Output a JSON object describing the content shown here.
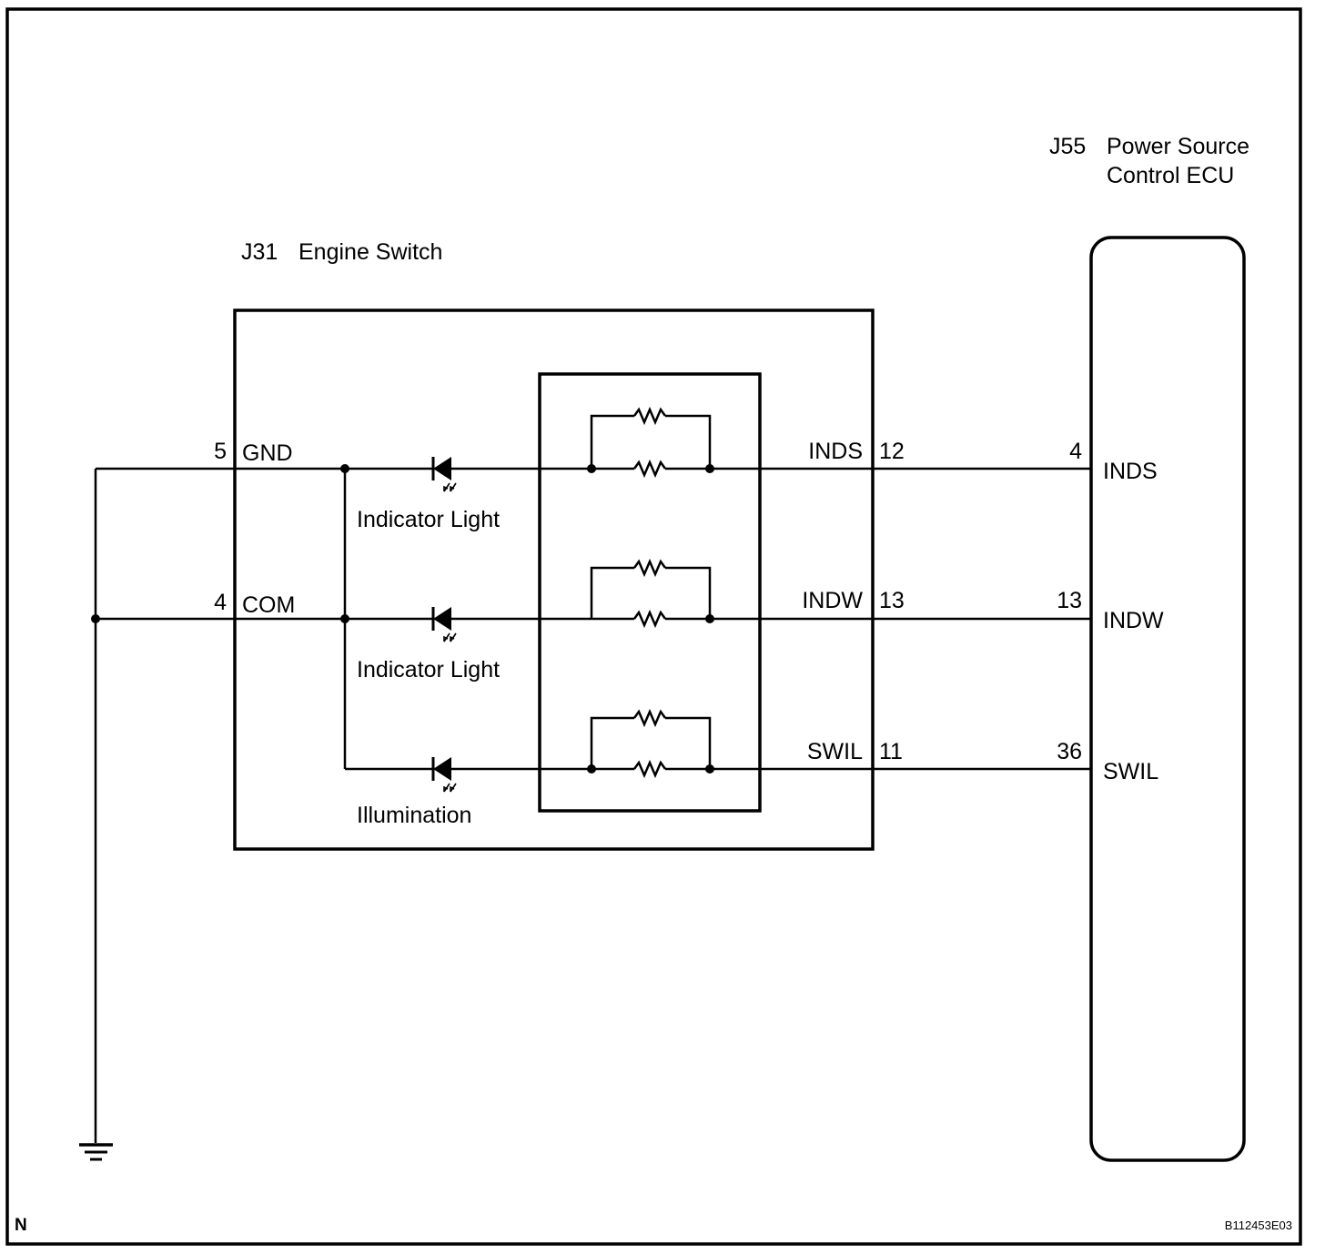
{
  "engine_switch": {
    "connector": "J31",
    "name": "Engine Switch",
    "pins": [
      {
        "pin": "5",
        "signal": "GND"
      },
      {
        "pin": "4",
        "signal": "COM"
      }
    ],
    "outputs": [
      {
        "signal": "INDS",
        "pin": "12",
        "element": "Indicator Light"
      },
      {
        "signal": "INDW",
        "pin": "13",
        "element": "Indicator Light"
      },
      {
        "signal": "SWIL",
        "pin": "11",
        "element": "Illumination"
      }
    ]
  },
  "ecu": {
    "connector": "J55",
    "name_line1": "Power Source",
    "name_line2": "Control ECU",
    "pins": [
      {
        "pin": "4",
        "signal": "INDS"
      },
      {
        "pin": "13",
        "signal": "INDW"
      },
      {
        "pin": "36",
        "signal": "SWIL"
      }
    ]
  },
  "corner_left": "N",
  "figure_code": "B112453E03"
}
